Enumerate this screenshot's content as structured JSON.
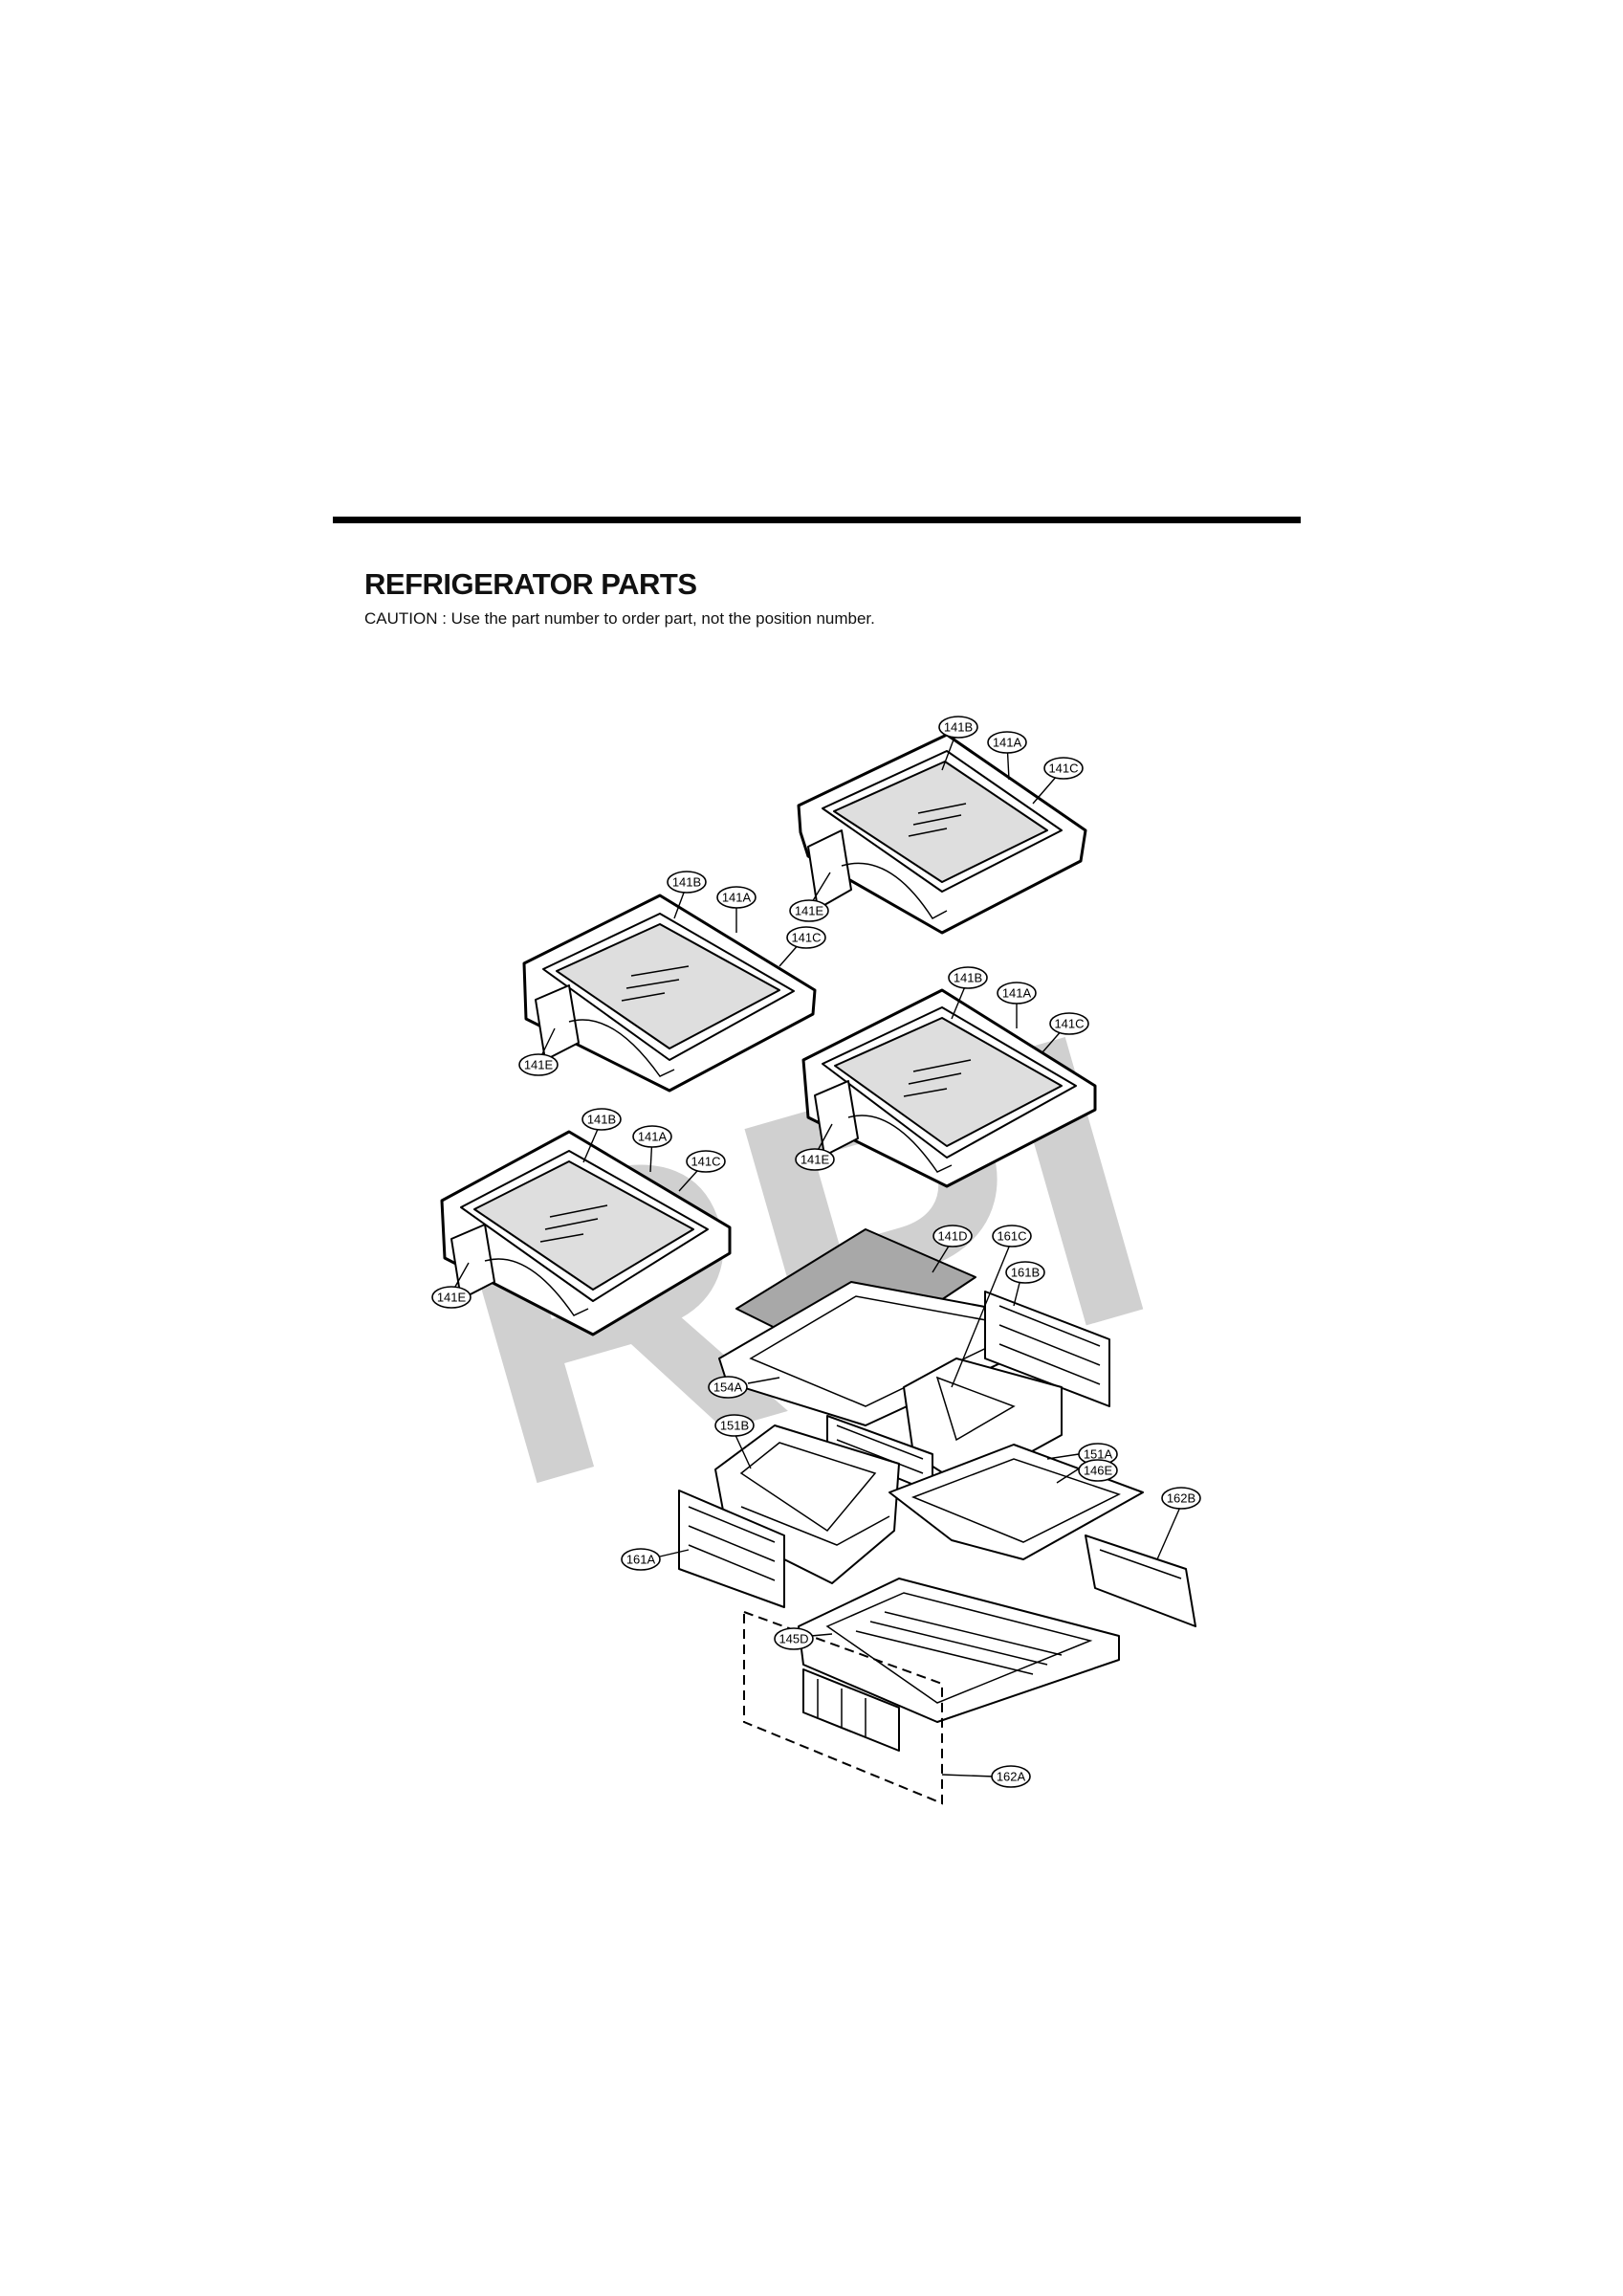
{
  "document": {
    "heading": "REFRIGERATOR PARTS",
    "caution": "CAUTION : Use the part number to order part, not the position number."
  },
  "watermark": {
    "text": "RPI",
    "color": "#d0d0d0"
  },
  "callouts": {
    "c141B_1": "141B",
    "c141A_1": "141A",
    "c141C_1": "141C",
    "c141E_1": "141E",
    "c141B_2": "141B",
    "c141A_2": "141A",
    "c141C_2": "141C",
    "c141E_2": "141E",
    "c141B_3": "141B",
    "c141A_3": "141A",
    "c141C_3": "141C",
    "c141E_3": "141E",
    "c141B_4": "141B",
    "c141A_4": "141A",
    "c141C_4": "141C",
    "c141E_4": "141E",
    "c141D": "141D",
    "c161C": "161C",
    "c161B": "161B",
    "c154A": "154A",
    "c151B": "151B",
    "c151A": "151A",
    "c146E": "146E",
    "c162B": "162B",
    "c161A": "161A",
    "c145D": "145D",
    "c162A": "162A"
  }
}
